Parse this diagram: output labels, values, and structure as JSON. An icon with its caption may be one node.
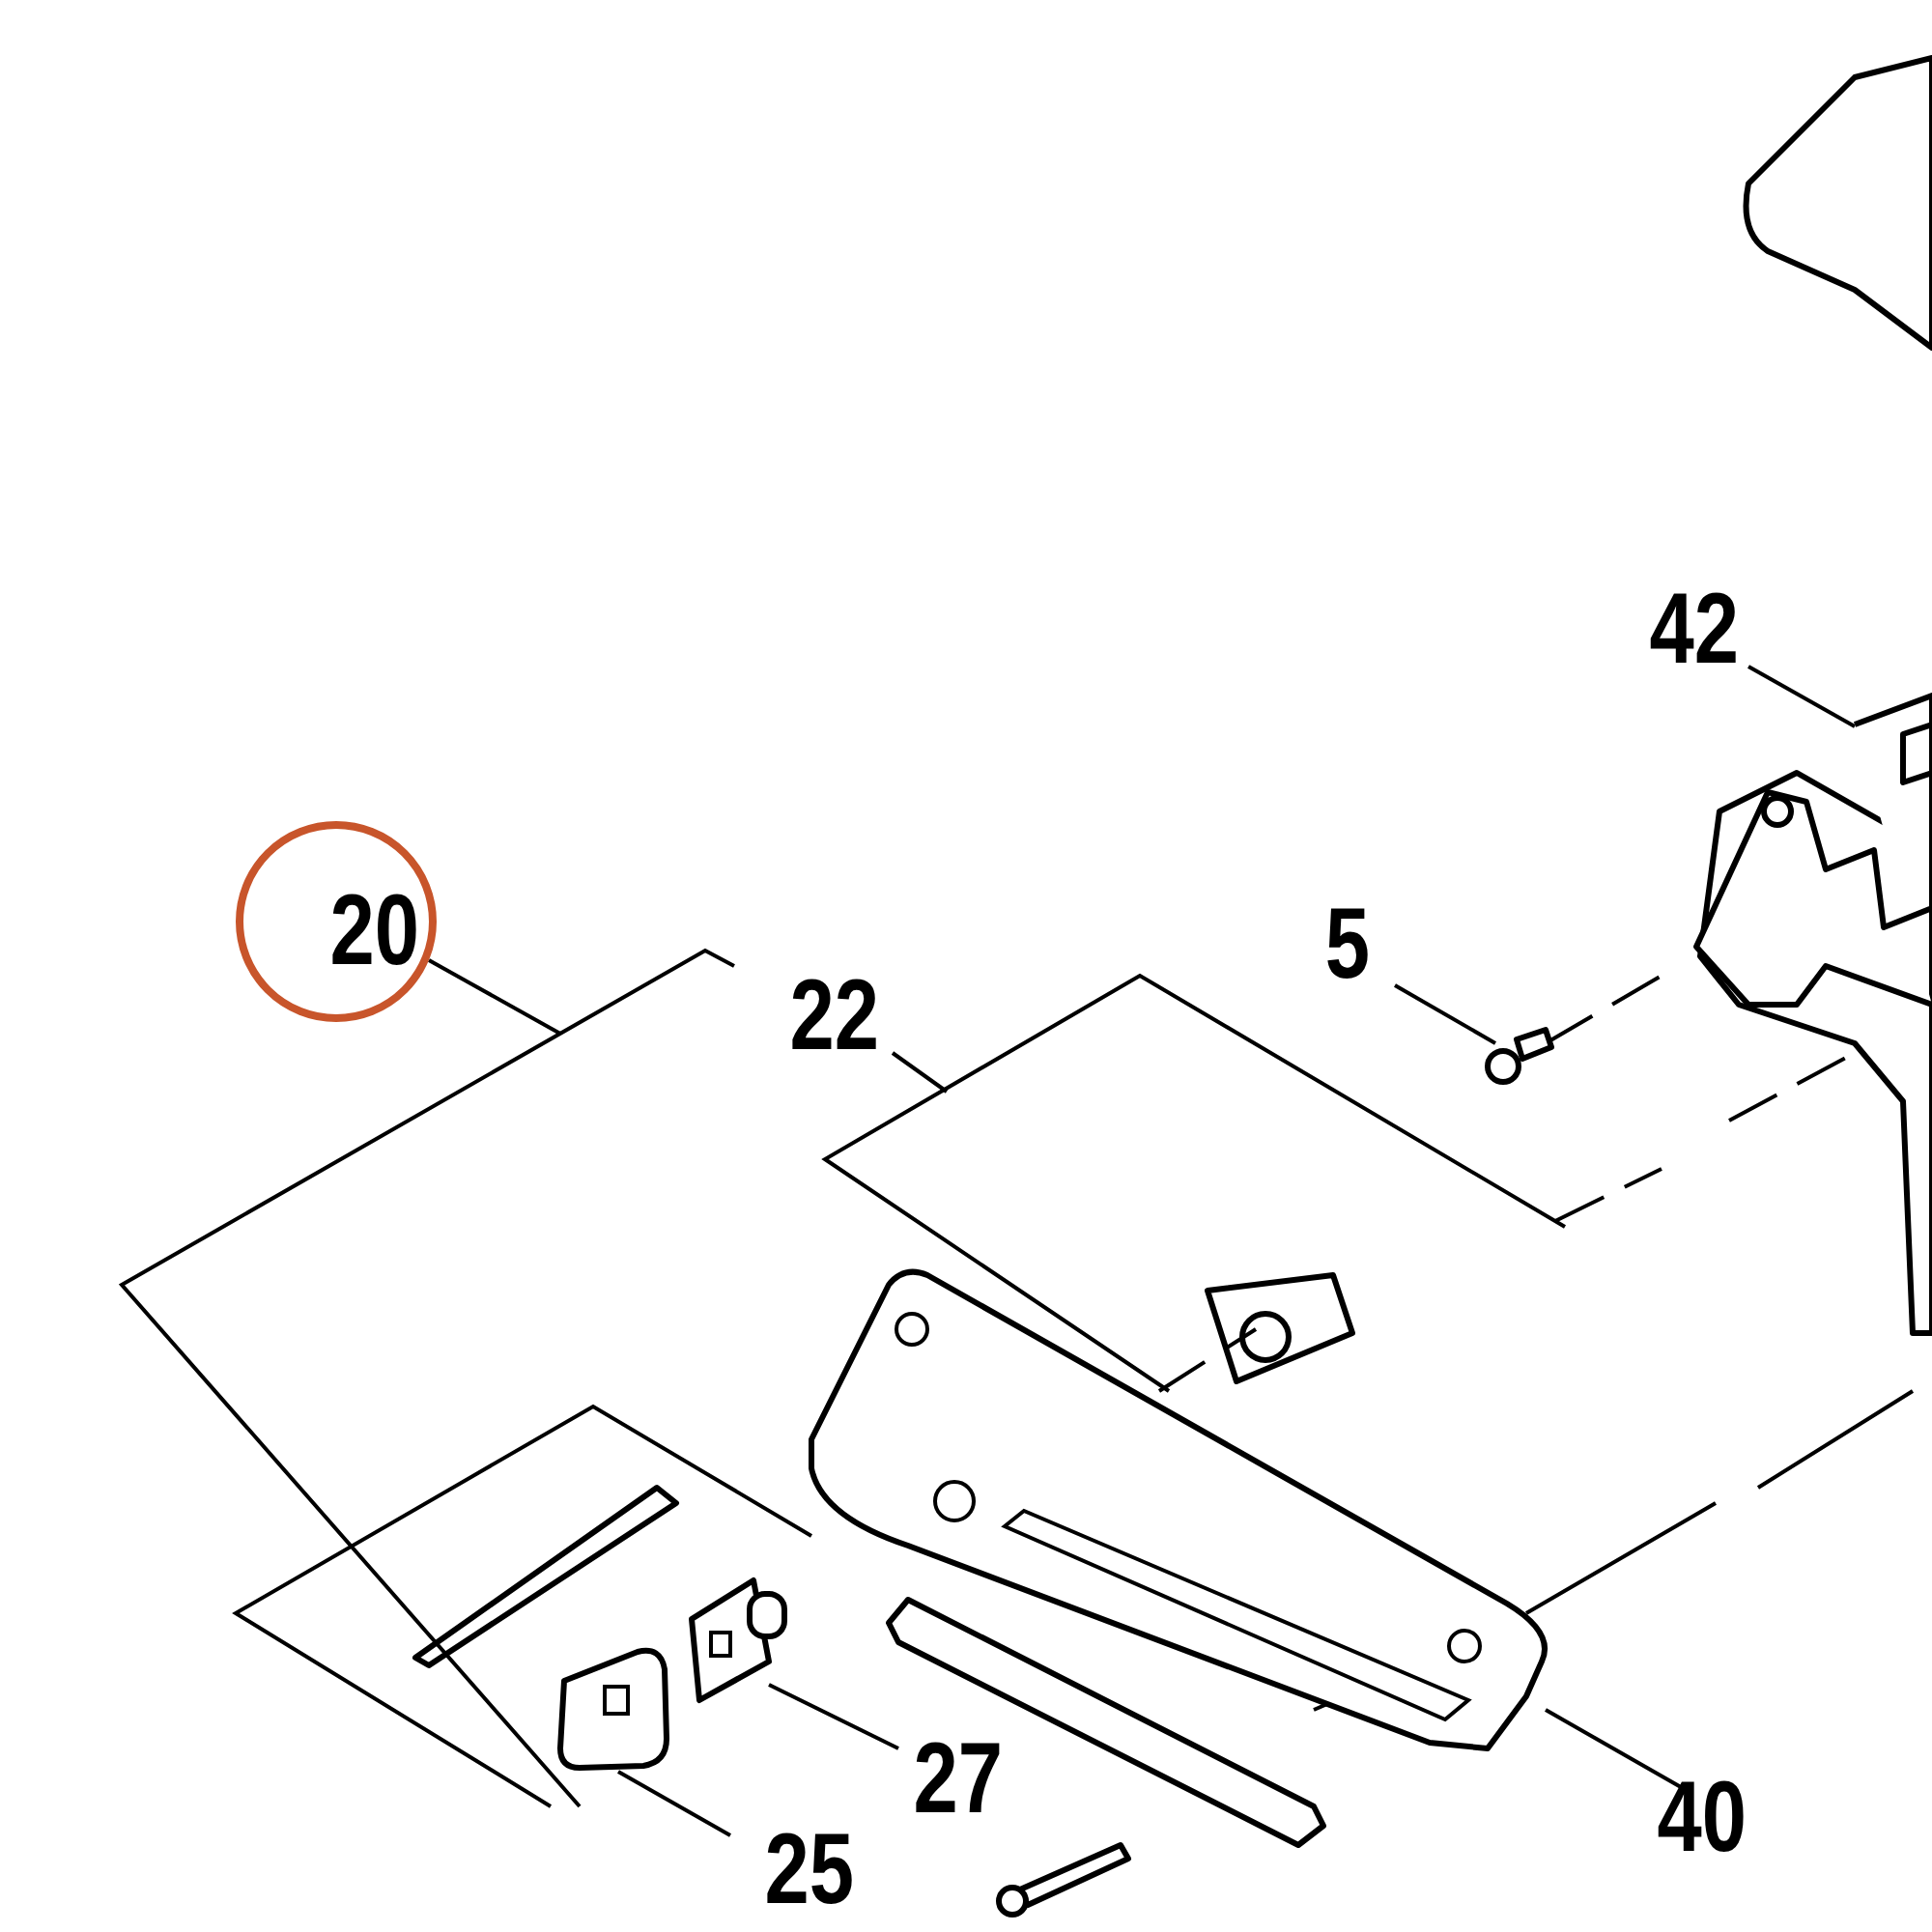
{
  "diagram": {
    "nodes": [
      {
        "text": [
          "20"
        ]
      },
      {
        "text": [
          "22"
        ]
      },
      {
        "text": [
          "5"
        ]
      },
      {
        "text": [
          "42"
        ]
      },
      {
        "text": [
          "27"
        ]
      },
      {
        "text": [
          "25"
        ]
      },
      {
        "text": [
          "40"
        ]
      },
      {
        "text": [],
        "shape": "picture"
      },
      {
        "text": [],
        "shape": "picture"
      },
      {
        "text": [],
        "shape": "picture"
      },
      {
        "text": [],
        "shape": "picture"
      },
      {
        "text": [],
        "shape": "picture"
      }
    ],
    "edges": [
      {
        "from": 0,
        "to": null,
        "arrow": "none"
      },
      {
        "from": 1,
        "to": null,
        "arrow": "none"
      },
      {
        "from": 2,
        "to": 7,
        "arrow": "none"
      },
      {
        "from": 3,
        "to": 8,
        "arrow": "none"
      },
      {
        "from": 4,
        "to": 9,
        "arrow": "none"
      },
      {
        "from": 5,
        "to": 10,
        "arrow": "none"
      },
      {
        "from": 6,
        "to": 11,
        "arrow": "none"
      }
    ]
  }
}
